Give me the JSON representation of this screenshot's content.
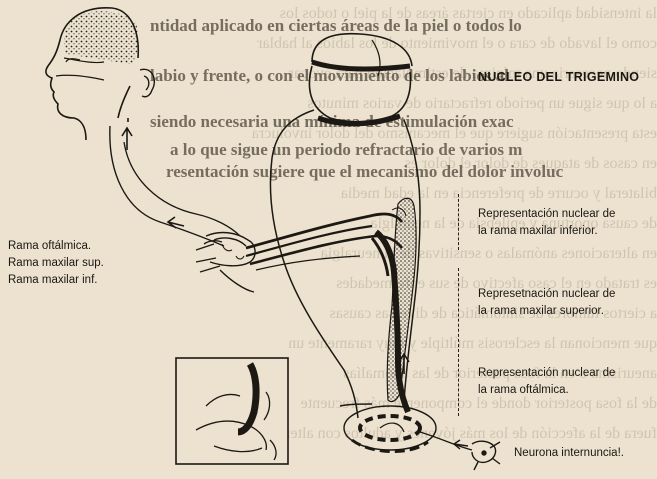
{
  "title": "NUCLEO DEL TRIGEMINO",
  "branches": {
    "ophthalmic": "Rama oftálmica.",
    "maxillary_sup": "Rama maxilar sup.",
    "maxillary_inf": "Rama maxilar inf."
  },
  "representations": [
    {
      "line1": "Representación nuclear de",
      "line2": "la rama maxilar inferior."
    },
    {
      "line1": "Represetnación nuclear de",
      "line2": "la rama maxilar superior."
    },
    {
      "line1": "Representación nuclear de",
      "line2": "la rama oftálmica."
    }
  ],
  "interneuron": "Neurona internuncia!.",
  "bleed_through_lines": [
    "la intensidad aplicado en ciertas áreas de la piel o todos los",
    "como el lavado de cara o el movimiento de los labios al hablar",
    "siendo necesaria una mínima de estimulación para evocar",
    "a lo que sigue un periodo refractario de varios minutos",
    "esta presentación sugiere que el mecanismo del dolor involucra",
    "en casos de ataques de dolor el dolor es",
    "bilateral y ocurre de preferencia en la edad media",
    "de causa oportuna y epilepsia de la neuralgia",
    "en alteraciones anómalas o sensitivas de la neuralgia",
    "es tratado en el caso afectivo de sus enfermedades",
    "a ciertos tumores de sintomática de diversas causas",
    "que mencionan la esclerosis múltiple y muy raramente un",
    "aneurisma o en la fosa posterior de las anomalías",
    "de la fosa posterior donde el componente más frecuente",
    "fuera de la afección de los más jóvenes y adultos con alteraciones"
  ],
  "foreground_lines": [
    {
      "text": "ntidad aplicado en ciertas áreas de la piel o todos lo"
    },
    {
      "text": "labio y frente, o con el movimiento de los labios al"
    },
    {
      "text": "siendo necesaria una mínima de estimulación exac"
    },
    {
      "text": "a lo que sigue un periodo refractario de varios m"
    },
    {
      "text": "resentación sugiere que el mecanismo del dolor involuc"
    }
  ]
}
